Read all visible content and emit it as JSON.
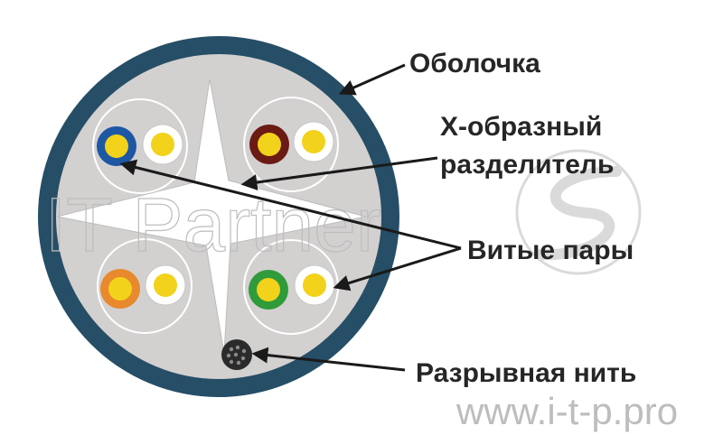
{
  "labels": {
    "sheath": "Оболочка",
    "separator_line1": "Х-образный",
    "separator_line2": "разделитель",
    "twisted_pairs": "Витые пары",
    "rip_cord": "Разрывная нить"
  },
  "watermark": {
    "brand": "IT Partner",
    "url": "www.i-t-p.pro"
  },
  "pairs": [
    {
      "name": "blue-pair",
      "insulation": "#1e57a4",
      "core": "#f2d21a"
    },
    {
      "name": "brown-pair",
      "insulation": "#6b1a14",
      "core": "#f2d21a"
    },
    {
      "name": "orange-pair",
      "insulation": "#e7892c",
      "core": "#f2d21a"
    },
    {
      "name": "green-pair",
      "insulation": "#2f9b3a",
      "core": "#f2d21a"
    }
  ],
  "colors": {
    "outer_jacket": "#264e66",
    "inner_fill": "#d3d0d0",
    "separator": "#ffffff",
    "core": "#f2d21a"
  }
}
